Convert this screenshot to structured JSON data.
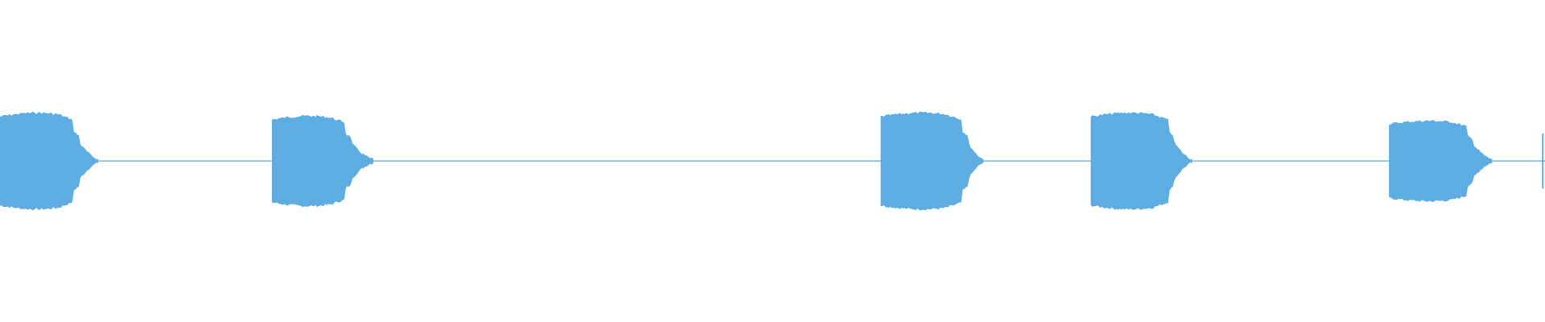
{
  "waveform": {
    "color": "#5dade2",
    "background": "#ffffff",
    "silence_level": 0.012,
    "segments": [
      {
        "name": "audio-burst-1",
        "start": 0.0,
        "plateau_end": 0.047,
        "release_end": 0.064,
        "peak_level": 0.3
      },
      {
        "name": "audio-burst-2",
        "start": 0.176,
        "plateau_end": 0.223,
        "release_end": 0.242,
        "peak_level": 0.28
      },
      {
        "name": "audio-burst-3",
        "start": 0.57,
        "plateau_end": 0.623,
        "release_end": 0.637,
        "peak_level": 0.3
      },
      {
        "name": "audio-burst-4",
        "start": 0.706,
        "plateau_end": 0.756,
        "release_end": 0.772,
        "peak_level": 0.3
      },
      {
        "name": "audio-burst-5",
        "start": 0.899,
        "plateau_end": 0.95,
        "release_end": 0.966,
        "peak_level": 0.25
      },
      {
        "name": "audio-burst-6",
        "start": 0.998,
        "plateau_end": 1.0,
        "release_end": 1.0,
        "peak_level": 0.18
      }
    ]
  }
}
